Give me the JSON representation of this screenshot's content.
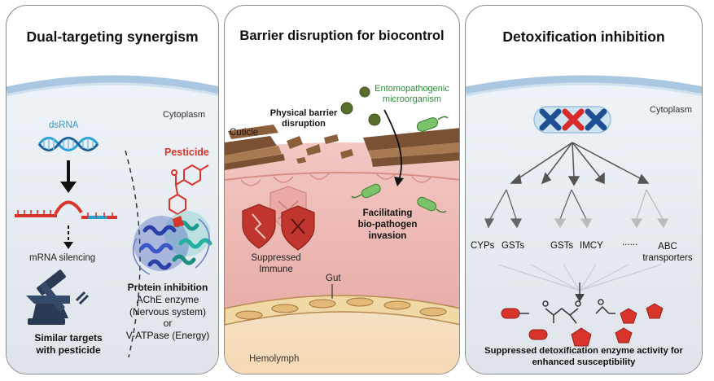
{
  "panels": {
    "dual": {
      "title": "Dual-targeting synergism",
      "cytoplasm": "Cytoplasm",
      "dsrna": "dsRNA",
      "pesticide": "Pesticide",
      "mrna_silencing": "mRNA silencing",
      "similar_targets_1": "Similar targets",
      "similar_targets_2": "with pesticide",
      "protein_inhibition": "Protein inhibition",
      "ache": "AChE enzyme",
      "nervous": "(Nervous system)",
      "or": "or",
      "vatpase": "V-ATPase (Energy)"
    },
    "barrier": {
      "title": "Barrier disruption for biocontrol",
      "entomo_1": "Entomopathogenic",
      "entomo_2": "microorganism",
      "physical_1": "Physical barrier",
      "physical_2": "disruption",
      "cuticle": "Cuticle",
      "facilitating_1": "Facilitating",
      "facilitating_2": "bio-pathogen",
      "facilitating_3": "invasion",
      "suppressed_1": "Suppressed",
      "suppressed_2": "Immune",
      "gut": "Gut",
      "hemolymph": "Hemolymph"
    },
    "detox": {
      "title": "Detoxification inhibition",
      "cytoplasm": "Cytoplasm",
      "enzymes": [
        "CYPs",
        "GSTs",
        "GSTs",
        "IMCY",
        "......",
        "ABC"
      ],
      "abc_2": "transporters",
      "suppressed_1": "Suppressed detoxification enzyme activity for",
      "suppressed_2": "enhanced susceptibility"
    }
  },
  "colors": {
    "membrane": "#a9c7e0",
    "dsrna": "#2a9fd6",
    "pesticide": "#d9342b",
    "entomo": "#2e8b3a",
    "tissue": "#eeb8b4",
    "cuticle": "#7a5132",
    "gut": "#f1d9a6",
    "shield": "#c0352d",
    "cross": "#d92a2a",
    "chromosome": "#1f4f93"
  }
}
